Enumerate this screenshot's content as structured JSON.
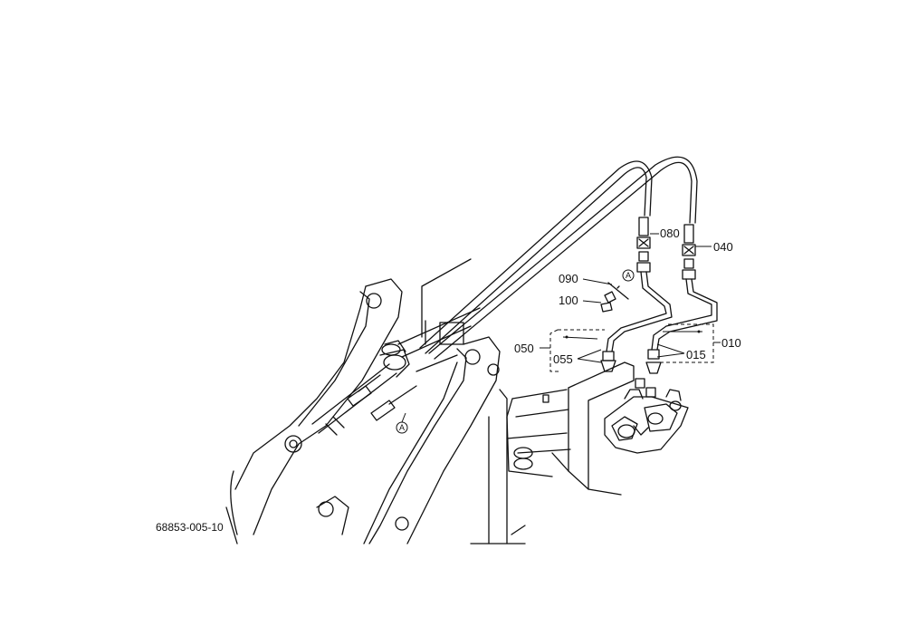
{
  "labels": {
    "p010": "010",
    "p015": "015",
    "p040": "040",
    "p050": "050",
    "p055": "055",
    "p080": "080",
    "p090": "090",
    "p100": "100"
  },
  "callouts": {
    "a_top": "A",
    "a_bottom": "A"
  },
  "figure_code": "68853-005-10"
}
